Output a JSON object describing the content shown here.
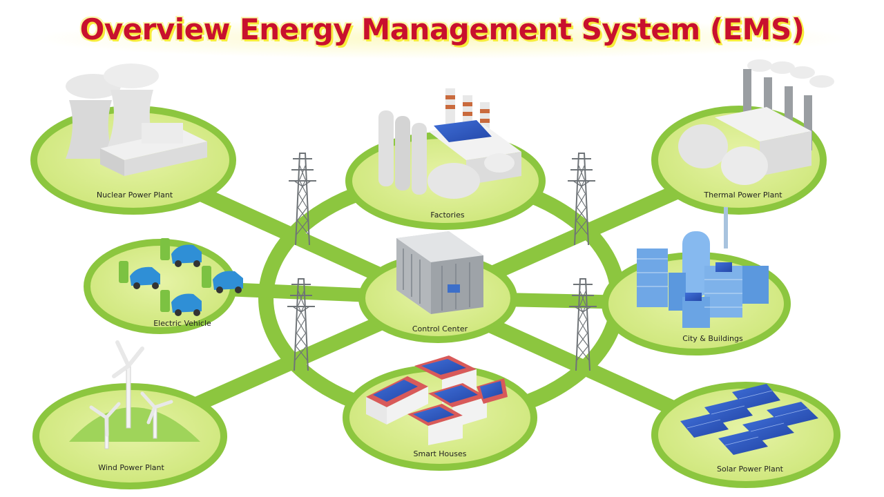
{
  "title": "Overview Energy Management System (EMS)",
  "colors": {
    "title": "#c8102e",
    "title_highlight": "#f7ec3b",
    "grid_link": "#8cc63f",
    "node_fill": "#d9ec8c",
    "node_ring": "#8cc63f",
    "tower": "#6e7377"
  },
  "nodes": {
    "nuclear": "Nuclear Power Plant",
    "factories": "Factories",
    "thermal": "Thermal Power Plant",
    "electric_vehicle": "Electric Vehicle",
    "control_center": "Control Center",
    "city_buildings": "City &  Buildings",
    "wind": "Wind Power Plant",
    "smart_houses": "Smart Houses",
    "solar": "Solar Power Plant"
  },
  "icons": {
    "nuclear": "nuclear-plant-icon",
    "factories": "factory-icon",
    "thermal": "thermal-plant-icon",
    "electric_vehicle": "ev-charging-icon",
    "control_center": "server-rack-icon",
    "city_buildings": "city-buildings-icon",
    "wind": "wind-turbine-icon",
    "smart_houses": "solar-houses-icon",
    "solar": "solar-panel-icon",
    "tower": "transmission-tower-icon"
  }
}
